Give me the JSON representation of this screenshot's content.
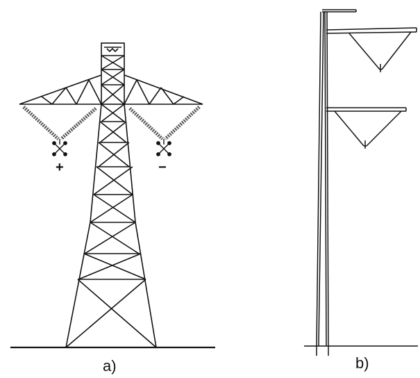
{
  "figure": {
    "panels": [
      {
        "id": "a",
        "caption": "a)",
        "description_name": "lattice-tower"
      },
      {
        "id": "b",
        "caption": "b)",
        "description_name": "monopole"
      }
    ],
    "polarity": {
      "left": "+",
      "right": "−"
    },
    "colors": {
      "line": "#111111",
      "insulator": "#555555",
      "background": "#ffffff"
    }
  }
}
